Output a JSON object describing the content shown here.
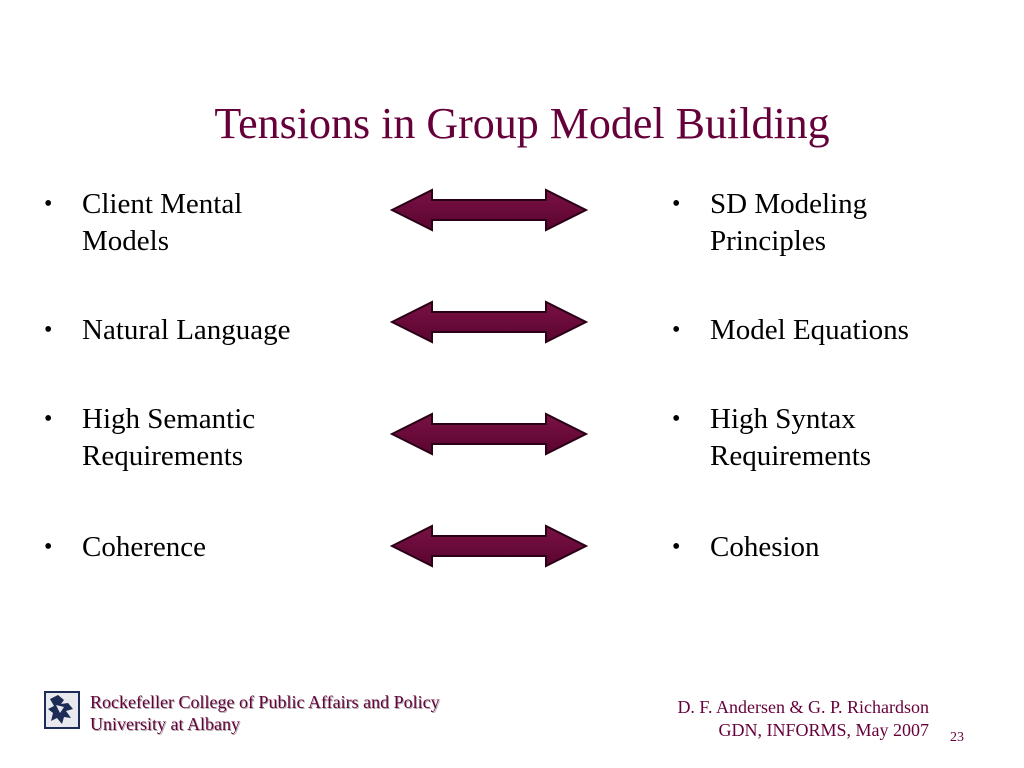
{
  "slide": {
    "title": "Tensions in Group Model Building",
    "left_items": [
      {
        "bullet": "•",
        "text": "Client Mental Models"
      },
      {
        "bullet": "•",
        "text": "Natural Language"
      },
      {
        "bullet": "•",
        "text": "High Semantic Requirements"
      },
      {
        "bullet": "•",
        "text": "Coherence"
      }
    ],
    "right_items": [
      {
        "bullet": "•",
        "text": "SD Modeling Principles"
      },
      {
        "bullet": "•",
        "text": "Model Equations"
      },
      {
        "bullet": "•",
        "text": "High Syntax Requirements"
      },
      {
        "bullet": "•",
        "text": "Cohesion"
      }
    ]
  },
  "footer": {
    "institution_line1": "Rockefeller College of Public Affairs and Policy",
    "institution_line2": "University at Albany",
    "authors_line1": "D. F. Andersen & G. P. Richardson",
    "authors_line2": "GDN, INFORMS, May 2007",
    "slide_number": "23"
  },
  "colors": {
    "title": "#66003a",
    "arrow_fill": "#6b0a3a",
    "arrow_stroke": "#2a0016"
  },
  "icons": {
    "arrow": "double-headed-arrow-icon",
    "logo": "university-logo-icon"
  }
}
